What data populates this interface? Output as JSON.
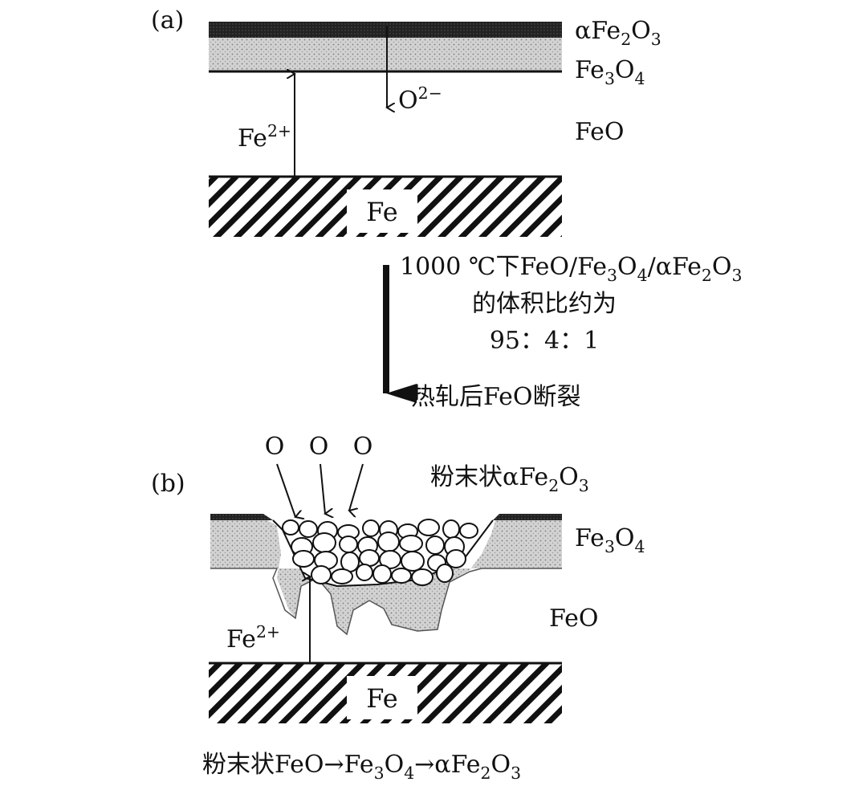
{
  "panel_a": {
    "tag": "(a)",
    "layers": {
      "alpha_fe2o3": {
        "pre": "αFe",
        "s1": "2",
        "mid": "O",
        "s2": "3"
      },
      "fe3o4": {
        "pre": "Fe",
        "s1": "3",
        "mid": "O",
        "s2": "4"
      },
      "feo": "FeO",
      "fe": "Fe"
    },
    "ions": {
      "oxygen": {
        "base": "O",
        "sup": "2−"
      },
      "iron": {
        "base": "Fe",
        "sup": "2+"
      }
    }
  },
  "transition": {
    "line1": {
      "prefix": "1000 ℃下FeO/Fe",
      "s1": "3",
      "mid": "O",
      "s2": "4",
      "mid2": "/αFe",
      "s3": "2",
      "mid3": "O",
      "s4": "3"
    },
    "line2": "的体积比约为",
    "line3": "95：4：1",
    "line4": "热轧后FeO断裂"
  },
  "panel_b": {
    "tag": "(b)",
    "oxygen_labels": [
      "O",
      "O",
      "O"
    ],
    "powder_label": {
      "pre": "粉末状αFe",
      "s1": "2",
      "mid": "O",
      "s2": "3"
    },
    "fe3o4": {
      "pre": "Fe",
      "s1": "3",
      "mid": "O",
      "s2": "4"
    },
    "feo": "FeO",
    "iron_ion": {
      "base": "Fe",
      "sup": "2+"
    },
    "fe": "Fe",
    "caption": {
      "pre": "粉末状FeO→Fe",
      "s1": "3",
      "mid": "O",
      "s2": "4",
      "mid2": "→αFe",
      "s3": "2",
      "mid3": "O",
      "s4": "3"
    }
  },
  "colors": {
    "ink": "#111111",
    "fe3o4_fill": "#cfcfcf",
    "feo_fill": "#d6d6d6",
    "fe2o3_band": "#222222"
  }
}
